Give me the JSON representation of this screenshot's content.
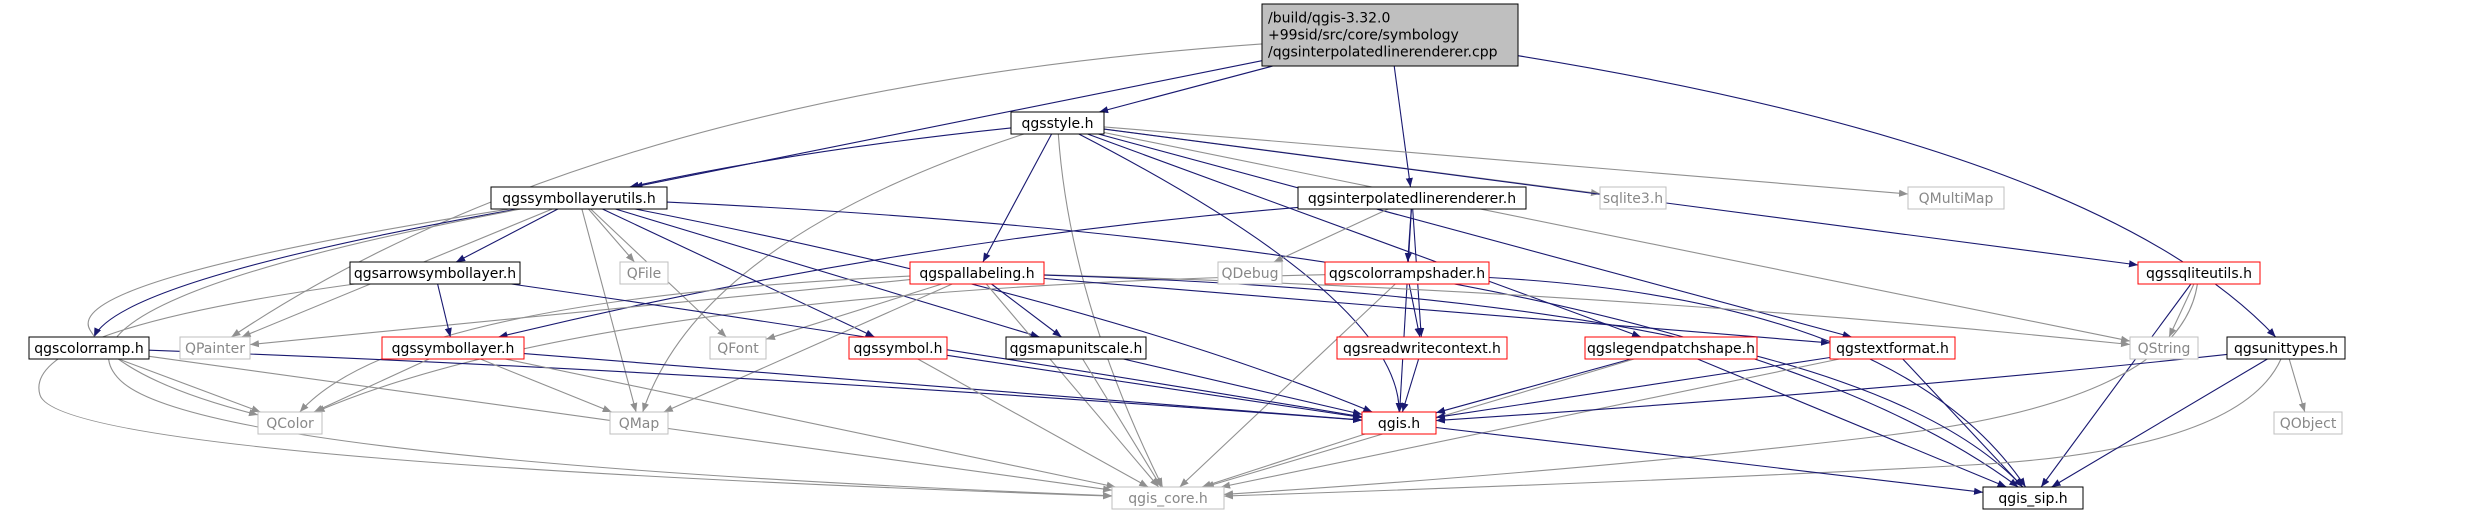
{
  "diagram": {
    "type": "include-dependency-graph",
    "colors": {
      "edge": "#191970",
      "edge_external": "#909090",
      "root_fill": "#bfbfbf",
      "border_normal": "#000000",
      "border_incomplete": "#ff0000",
      "border_external": "#bfbfbf"
    },
    "nodes": [
      {
        "id": "root",
        "label": "/build/qgis-3.32.0\n+99sid/src/core/symbology\n/qgsinterpolatedlinerenderer.cpp",
        "kind": "root"
      },
      {
        "id": "qgsstyle",
        "label": "qgsstyle.h",
        "kind": "normal"
      },
      {
        "id": "qgssymbollayerutils",
        "label": "qgssymbollayerutils.h",
        "kind": "normal"
      },
      {
        "id": "qgsinterpolatedlinerenderer",
        "label": "qgsinterpolatedlinerenderer.h",
        "kind": "normal"
      },
      {
        "id": "sqlite3",
        "label": "sqlite3.h",
        "kind": "external"
      },
      {
        "id": "qmultimap",
        "label": "QMultiMap",
        "kind": "external"
      },
      {
        "id": "qgssqliteutils",
        "label": "qgssqliteutils.h",
        "kind": "incomplete"
      },
      {
        "id": "qfile",
        "label": "QFile",
        "kind": "external"
      },
      {
        "id": "qdebug",
        "label": "QDebug",
        "kind": "external"
      },
      {
        "id": "qgscolorrampshader",
        "label": "qgscolorrampshader.h",
        "kind": "incomplete"
      },
      {
        "id": "qgspallabeling",
        "label": "qgspallabeling.h",
        "kind": "incomplete"
      },
      {
        "id": "qgsarrowsymbollayer",
        "label": "qgsarrowsymbollayer.h",
        "kind": "normal"
      },
      {
        "id": "qgscolorramp",
        "label": "qgscolorramp.h",
        "kind": "normal"
      },
      {
        "id": "qpainter",
        "label": "QPainter",
        "kind": "external"
      },
      {
        "id": "qgssymbollayer",
        "label": "qgssymbollayer.h",
        "kind": "incomplete"
      },
      {
        "id": "qfont",
        "label": "QFont",
        "kind": "external"
      },
      {
        "id": "qgssymbol",
        "label": "qgssymbol.h",
        "kind": "incomplete"
      },
      {
        "id": "qgsmapunitscale",
        "label": "qgsmapunitscale.h",
        "kind": "normal"
      },
      {
        "id": "qgsreadwritecontext",
        "label": "qgsreadwritecontext.h",
        "kind": "incomplete"
      },
      {
        "id": "qgslegendpatchshape",
        "label": "qgslegendpatchshape.h",
        "kind": "incomplete"
      },
      {
        "id": "qgstextformat",
        "label": "qgstextformat.h",
        "kind": "incomplete"
      },
      {
        "id": "qstring",
        "label": "QString",
        "kind": "external"
      },
      {
        "id": "qgsunittypes",
        "label": "qgsunittypes.h",
        "kind": "normal"
      },
      {
        "id": "qobject",
        "label": "QObject",
        "kind": "external"
      },
      {
        "id": "qcolor",
        "label": "QColor",
        "kind": "external"
      },
      {
        "id": "qmap",
        "label": "QMap",
        "kind": "external"
      },
      {
        "id": "qgis",
        "label": "qgis.h",
        "kind": "incomplete"
      },
      {
        "id": "qgis_core",
        "label": "qgis_core.h",
        "kind": "external"
      },
      {
        "id": "qgis_sip",
        "label": "qgis_sip.h",
        "kind": "normal"
      }
    ],
    "edges": [
      [
        "root",
        "qgsstyle"
      ],
      [
        "root",
        "qgssymbollayerutils"
      ],
      [
        "root",
        "qgsinterpolatedlinerenderer"
      ],
      [
        "root",
        "qgsunittypes"
      ],
      [
        "root",
        "qpainter"
      ],
      [
        "qgsstyle",
        "qgssymbollayerutils"
      ],
      [
        "qgsstyle",
        "sqlite3"
      ],
      [
        "qgsstyle",
        "qmultimap"
      ],
      [
        "qgsstyle",
        "qgssqliteutils"
      ],
      [
        "qgsstyle",
        "qgspallabeling"
      ],
      [
        "qgsstyle",
        "qgslegendpatchshape"
      ],
      [
        "qgsstyle",
        "qgstextformat"
      ],
      [
        "qgsstyle",
        "qstring"
      ],
      [
        "qgsstyle",
        "qgis"
      ],
      [
        "qgsstyle",
        "qgis_core"
      ],
      [
        "qgsstyle",
        "qmap"
      ],
      [
        "qgssymbollayerutils",
        "qfile"
      ],
      [
        "qgssymbollayerutils",
        "qgsarrowsymbollayer"
      ],
      [
        "qgssymbollayerutils",
        "qgscolorramp"
      ],
      [
        "qgssymbollayerutils",
        "qpainter"
      ],
      [
        "qgssymbollayerutils",
        "qfont"
      ],
      [
        "qgssymbollayerutils",
        "qgssymbol"
      ],
      [
        "qgssymbollayerutils",
        "qgsmapunitscale"
      ],
      [
        "qgssymbollayerutils",
        "qgis"
      ],
      [
        "qgssymbollayerutils",
        "qgis_sip"
      ],
      [
        "qgssymbollayerutils",
        "qmap"
      ],
      [
        "qgssymbollayerutils",
        "qcolor"
      ],
      [
        "qgssymbollayerutils",
        "qgis_core"
      ],
      [
        "qgsinterpolatedlinerenderer",
        "qdebug"
      ],
      [
        "qgsinterpolatedlinerenderer",
        "qgscolorrampshader"
      ],
      [
        "qgsinterpolatedlinerenderer",
        "qgsreadwritecontext"
      ],
      [
        "qgsinterpolatedlinerenderer",
        "qgis"
      ],
      [
        "qgsinterpolatedlinerenderer",
        "qgssymbollayer"
      ],
      [
        "qgssqliteutils",
        "qstring"
      ],
      [
        "qgssqliteutils",
        "qgis_sip"
      ],
      [
        "qgssqliteutils",
        "qgis_core"
      ],
      [
        "qgscolorrampshader",
        "qgsreadwritecontext"
      ],
      [
        "qgscolorrampshader",
        "qcolor"
      ],
      [
        "qgscolorrampshader",
        "qgis_sip"
      ],
      [
        "qgscolorrampshader",
        "qgis_core"
      ],
      [
        "qgspallabeling",
        "qpainter"
      ],
      [
        "qgspallabeling",
        "qfont"
      ],
      [
        "qgspallabeling",
        "qgsmapunitscale"
      ],
      [
        "qgspallabeling",
        "qgstextformat"
      ],
      [
        "qgspallabeling",
        "qstring"
      ],
      [
        "qgspallabeling",
        "qcolor"
      ],
      [
        "qgspallabeling",
        "qmap"
      ],
      [
        "qgspallabeling",
        "qgis_core"
      ],
      [
        "qgspallabeling",
        "qgis_sip"
      ],
      [
        "qgsarrowsymbollayer",
        "qgssymbollayer"
      ],
      [
        "qgsarrowsymbollayer",
        "qgis"
      ],
      [
        "qgsarrowsymbollayer",
        "qgis_core"
      ],
      [
        "qgscolorramp",
        "qcolor"
      ],
      [
        "qgscolorramp",
        "qgis"
      ],
      [
        "qgscolorramp",
        "qgis_core"
      ],
      [
        "qgssymbollayer",
        "qcolor"
      ],
      [
        "qgssymbollayer",
        "qmap"
      ],
      [
        "qgssymbollayer",
        "qgis"
      ],
      [
        "qgssymbollayer",
        "qgis_core"
      ],
      [
        "qgssymbol",
        "qgis"
      ],
      [
        "qgssymbol",
        "qgis_core"
      ],
      [
        "qgsmapunitscale",
        "qgis"
      ],
      [
        "qgsmapunitscale",
        "qgis_core"
      ],
      [
        "qgsreadwritecontext",
        "qgis"
      ],
      [
        "qgslegendpatchshape",
        "qgis"
      ],
      [
        "qgslegendpatchshape",
        "qgis_core"
      ],
      [
        "qgslegendpatchshape",
        "qgis_sip"
      ],
      [
        "qgstextformat",
        "qgis"
      ],
      [
        "qgstextformat",
        "qgis_core"
      ],
      [
        "qgstextformat",
        "qgis_sip"
      ],
      [
        "qgsunittypes",
        "qobject"
      ],
      [
        "qgsunittypes",
        "qgis"
      ],
      [
        "qgsunittypes",
        "qgis_core"
      ],
      [
        "qgsunittypes",
        "qgis_sip"
      ],
      [
        "qgis",
        "qgis_core"
      ],
      [
        "qgis",
        "qgis_sip"
      ]
    ]
  }
}
